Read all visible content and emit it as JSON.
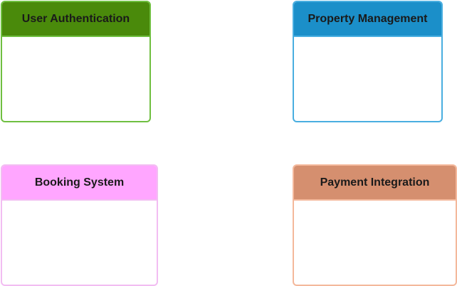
{
  "boxes": [
    {
      "id": "auth",
      "title": "User Authentication",
      "header_color": "#4a8a0b",
      "border_color": "#6fbf40"
    },
    {
      "id": "prop",
      "title": "Property Management",
      "header_color": "#1b8fc9",
      "border_color": "#49aee0"
    },
    {
      "id": "book",
      "title": "Booking System",
      "header_color": "#ffa6ff",
      "border_color": "#f2bdf2"
    },
    {
      "id": "pay",
      "title": "Payment Integration",
      "header_color": "#d58f6f",
      "border_color": "#f4b89b"
    }
  ]
}
